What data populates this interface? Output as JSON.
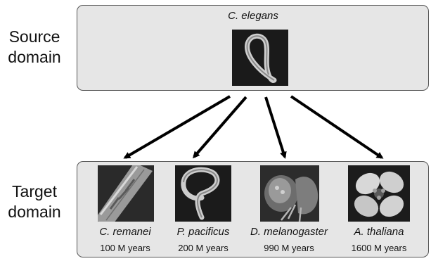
{
  "labels": {
    "source_line1": "Source",
    "source_line2": "domain",
    "target_line1": "Target",
    "target_line2": "domain"
  },
  "source": {
    "name": "C. elegans"
  },
  "targets": [
    {
      "name": "C. remanei",
      "years": "100 M years"
    },
    {
      "name": "P. pacificus",
      "years": "200 M years"
    },
    {
      "name": "D. melanogaster",
      "years": "990 M years"
    },
    {
      "name": "A. thaliana",
      "years": "1600 M years"
    }
  ]
}
